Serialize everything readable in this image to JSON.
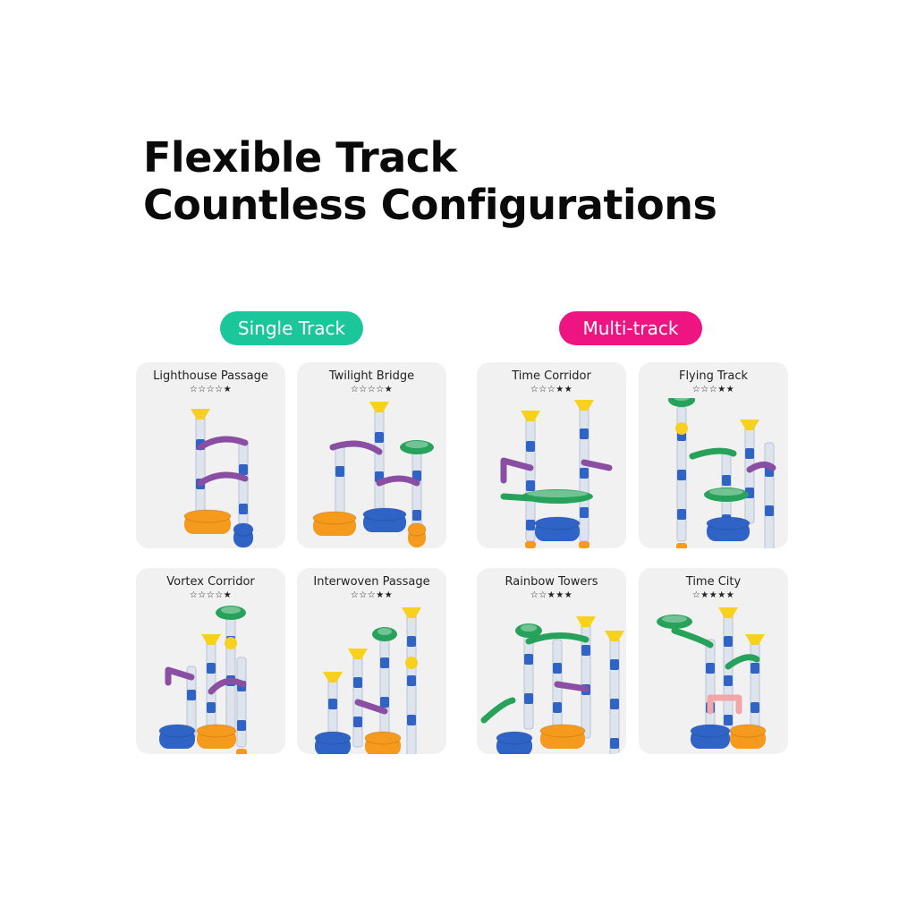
{
  "headline": {
    "line1": "Flexible Track",
    "line2": "Countless Configurations"
  },
  "categories": {
    "single": {
      "label": "Single Track",
      "color": "#1bc79a"
    },
    "multi": {
      "label": "Multi-track",
      "color": "#ee1582"
    }
  },
  "configs": [
    {
      "name": "Lighthouse Passage",
      "stars": "☆☆☆☆★",
      "rating": 1,
      "category": "single"
    },
    {
      "name": "Twilight Bridge",
      "stars": "☆☆☆☆★",
      "rating": 1,
      "category": "single"
    },
    {
      "name": "Time Corridor",
      "stars": "☆☆☆★★",
      "rating": 2,
      "category": "multi"
    },
    {
      "name": "Flying Track",
      "stars": "☆☆☆★★",
      "rating": 2,
      "category": "multi"
    },
    {
      "name": "Vortex Corridor",
      "stars": "☆☆☆☆★",
      "rating": 1,
      "category": "single"
    },
    {
      "name": "Interwoven Passage",
      "stars": "☆☆☆★★",
      "rating": 2,
      "category": "single"
    },
    {
      "name": "Rainbow Towers",
      "stars": "☆☆★★★",
      "rating": 3,
      "category": "multi"
    },
    {
      "name": "Time City",
      "stars": "☆★★★★",
      "rating": 4,
      "category": "multi"
    }
  ],
  "colors": {
    "yellow": "#f7d11e",
    "purple": "#8a4fa3",
    "blue": "#2f63c6",
    "orange": "#f59a1c",
    "green": "#27a25a",
    "clear": "#dde4ee"
  }
}
